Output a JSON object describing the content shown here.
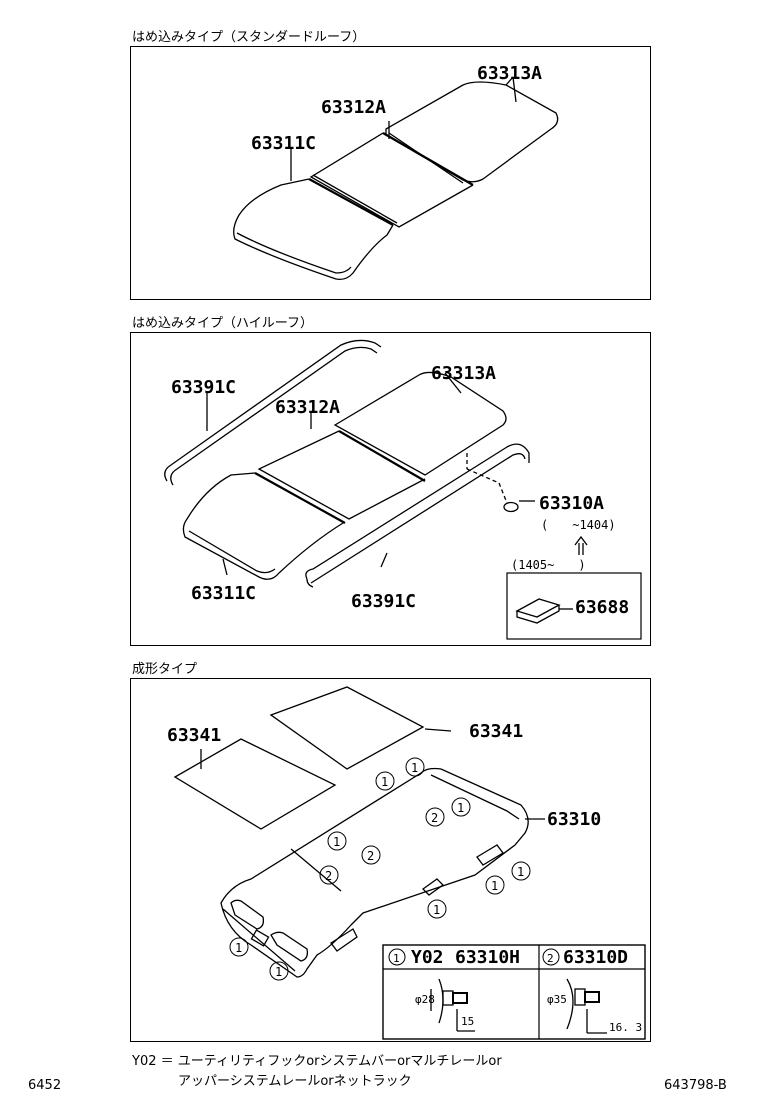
{
  "sections": [
    {
      "caption": "はめ込みタイプ（スタンダードルーフ）",
      "parts": [
        "63313A",
        "63312A",
        "63311C"
      ]
    },
    {
      "caption": "はめ込みタイプ（ハイルーフ）",
      "parts": [
        "63391C",
        "63313A",
        "63312A",
        "63310A",
        "63311C",
        "63391C"
      ],
      "range_a": "(　　~1404)",
      "range_b": "(1405~　　)",
      "inset_part": "63688"
    },
    {
      "caption": "成形タイプ",
      "parts": [
        "63341",
        "63341",
        "63310"
      ],
      "clip_markers": [
        "1",
        "2"
      ],
      "clip_table": {
        "col1_prefix": "Y02",
        "col1_part": "63310H",
        "col2_part": "63310D",
        "col1_dia": "φ28",
        "col1_len": "15",
        "col2_dia": "φ35",
        "col2_len": "16. 3"
      }
    }
  ],
  "footnote": {
    "line1": "Y02 ＝ ユーティリティフックorシステムバーorマルチレールor",
    "line2": "アッパーシステムレールorネットラック"
  },
  "page_left": "6452",
  "page_right": "643798-B"
}
